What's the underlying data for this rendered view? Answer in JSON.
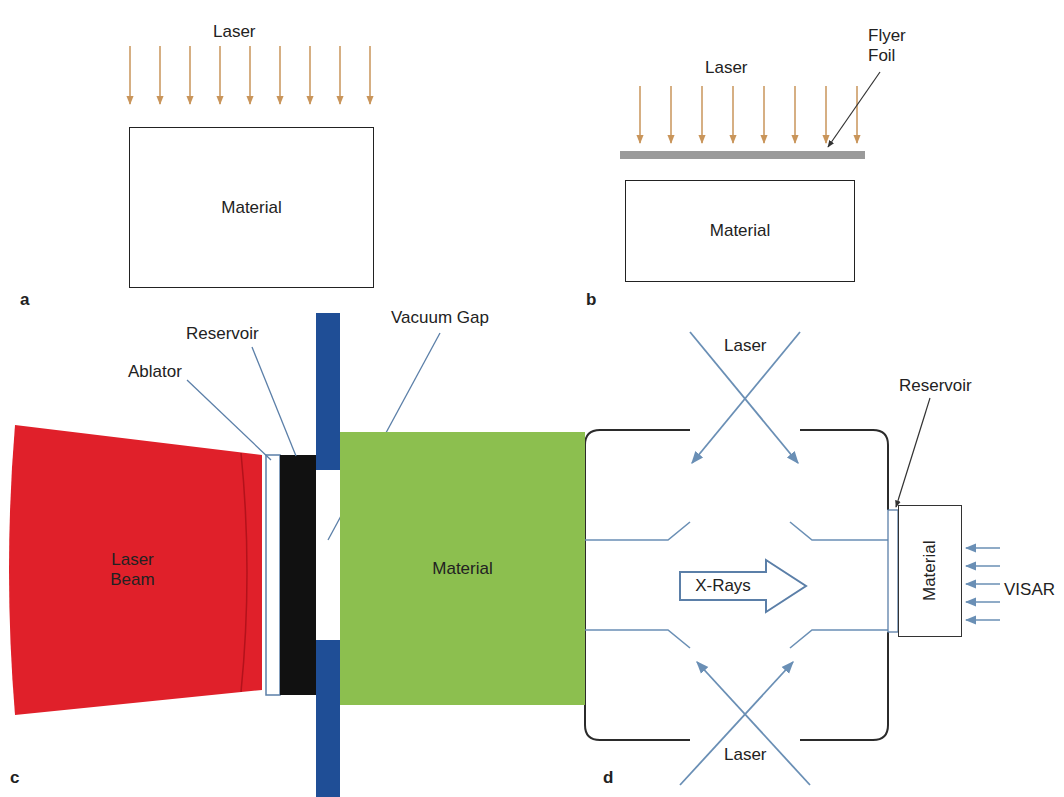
{
  "diagram": {
    "nodes": [
      {
        "text": [
          "Material"
        ]
      },
      {
        "text": [
          "Material"
        ]
      },
      {
        "text": [
          "Laser Beam"
        ]
      },
      {
        "text": [
          "Material"
        ]
      },
      {
        "text": [
          "X-Rays"
        ]
      },
      {
        "text": [
          "Material"
        ]
      }
    ],
    "labels": [
      "Laser",
      "a",
      "Laser",
      "Flyer Foil",
      "b",
      "Reservoir",
      "Ablator",
      "Vacuum Gap",
      "c",
      "Laser",
      "Reservoir",
      "VISAR",
      "Laser",
      "d"
    ]
  }
}
